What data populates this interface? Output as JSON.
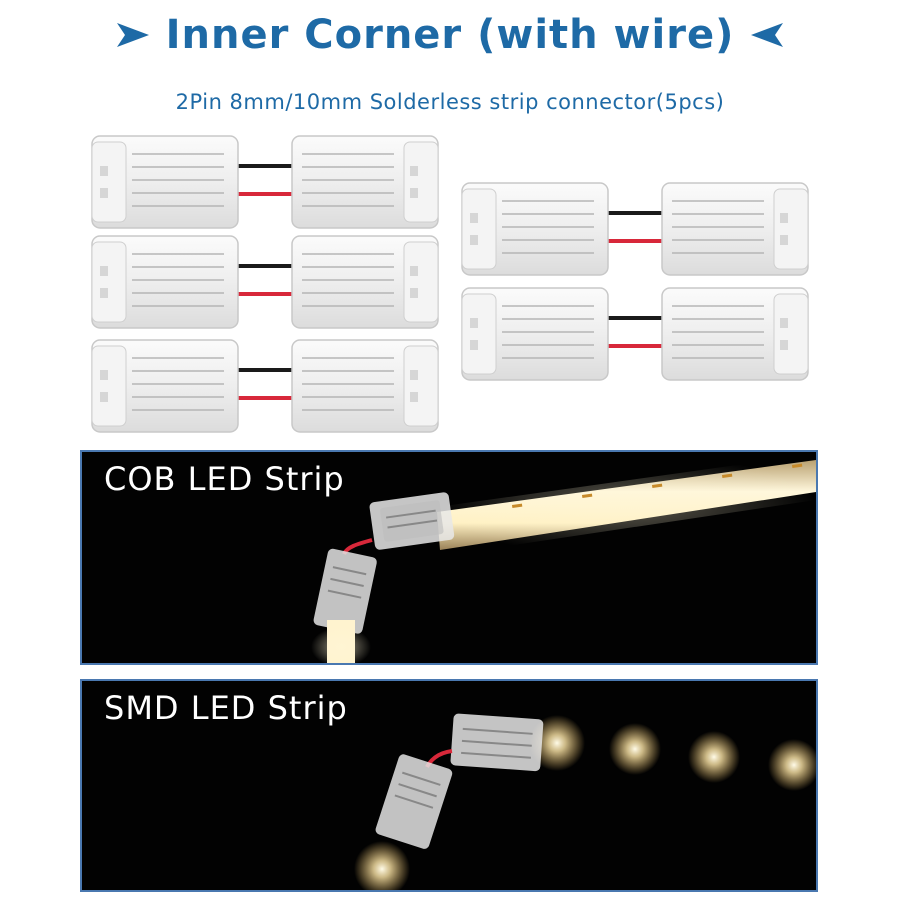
{
  "header": {
    "title": "Inner Corner (with wire)",
    "subtitle": "2Pin 8mm/10mm Solderless strip connector(5pcs)",
    "title_color": "#1e6aa6",
    "arrow_icon": "triangle-arrow-icon"
  },
  "panels": [
    {
      "label": "COB LED Strip"
    },
    {
      "label": "SMD LED Strip"
    }
  ],
  "colors": {
    "panel_background": "#020202",
    "panel_border": "#4a78b0",
    "wire_red": "#d8283a",
    "wire_black": "#1a1a1a",
    "led_glow": "#fff2c8"
  }
}
